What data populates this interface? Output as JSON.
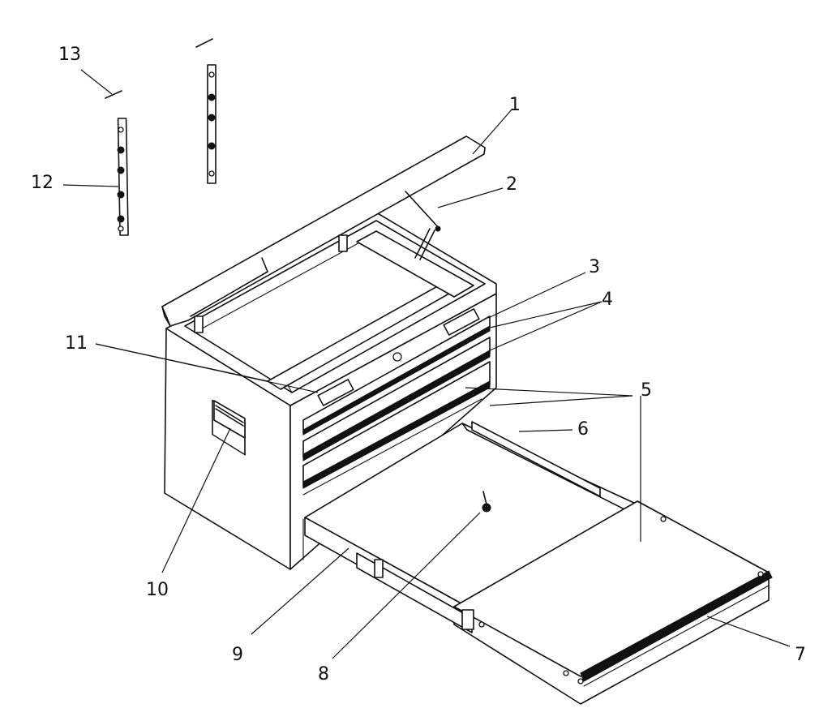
{
  "callouts": [
    {
      "id": "c1",
      "text": "1"
    },
    {
      "id": "c2",
      "text": "2"
    },
    {
      "id": "c3",
      "text": "3"
    },
    {
      "id": "c4",
      "text": "4"
    },
    {
      "id": "c5",
      "text": "5"
    },
    {
      "id": "c6",
      "text": "6"
    },
    {
      "id": "c7",
      "text": "7"
    },
    {
      "id": "c8",
      "text": "8"
    },
    {
      "id": "c9",
      "text": "9"
    },
    {
      "id": "c10",
      "text": "10"
    },
    {
      "id": "c11",
      "text": "11"
    },
    {
      "id": "c12",
      "text": "12"
    },
    {
      "id": "c13",
      "text": "13"
    }
  ],
  "colors": {
    "ink": "#111111",
    "paper": "#ffffff"
  }
}
